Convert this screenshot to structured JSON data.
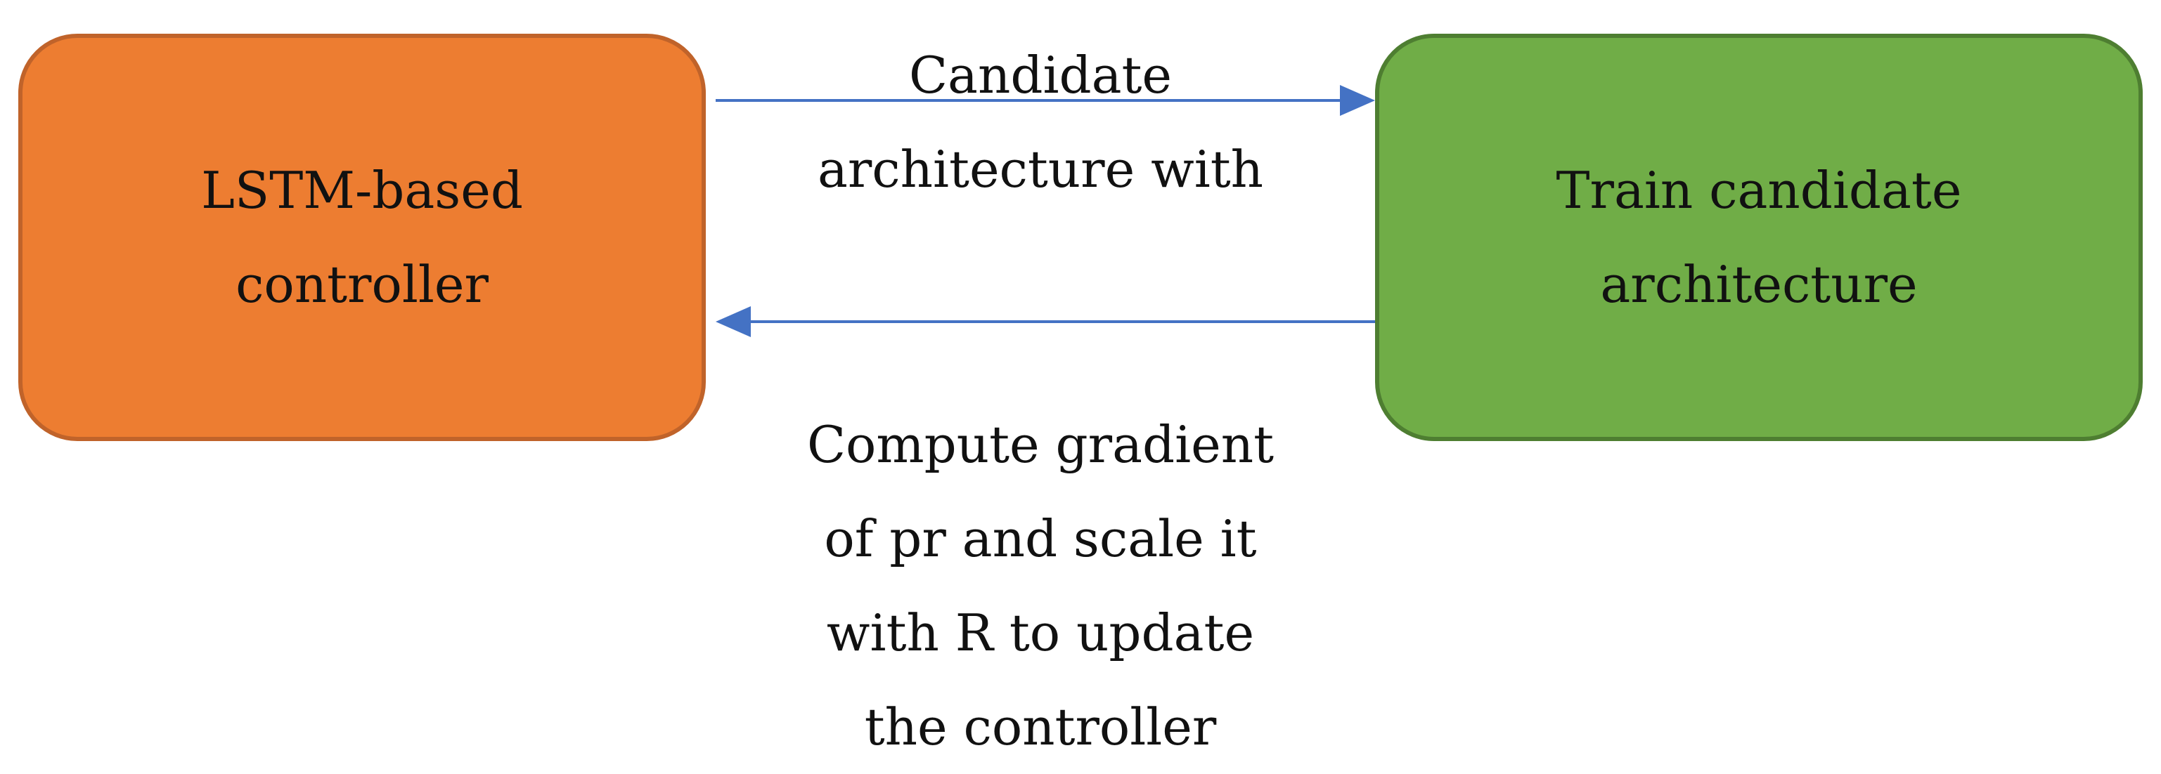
{
  "nodes": {
    "controller": {
      "lines": [
        "LSTM-based",
        "controller"
      ],
      "fill": "#ED7D31",
      "border": "#C0632A"
    },
    "train": {
      "lines": [
        "Train candidate",
        "architecture"
      ],
      "fill": "#70AD47",
      "border": "#4E7E31"
    }
  },
  "edges": {
    "forward": {
      "lines": [
        "Candidate",
        "architecture with"
      ]
    },
    "backward": {
      "lines": [
        "Compute gradient",
        "of pr and scale it",
        "with R to update",
        "the controller"
      ]
    }
  },
  "colors": {
    "arrow": "#4472C4"
  }
}
